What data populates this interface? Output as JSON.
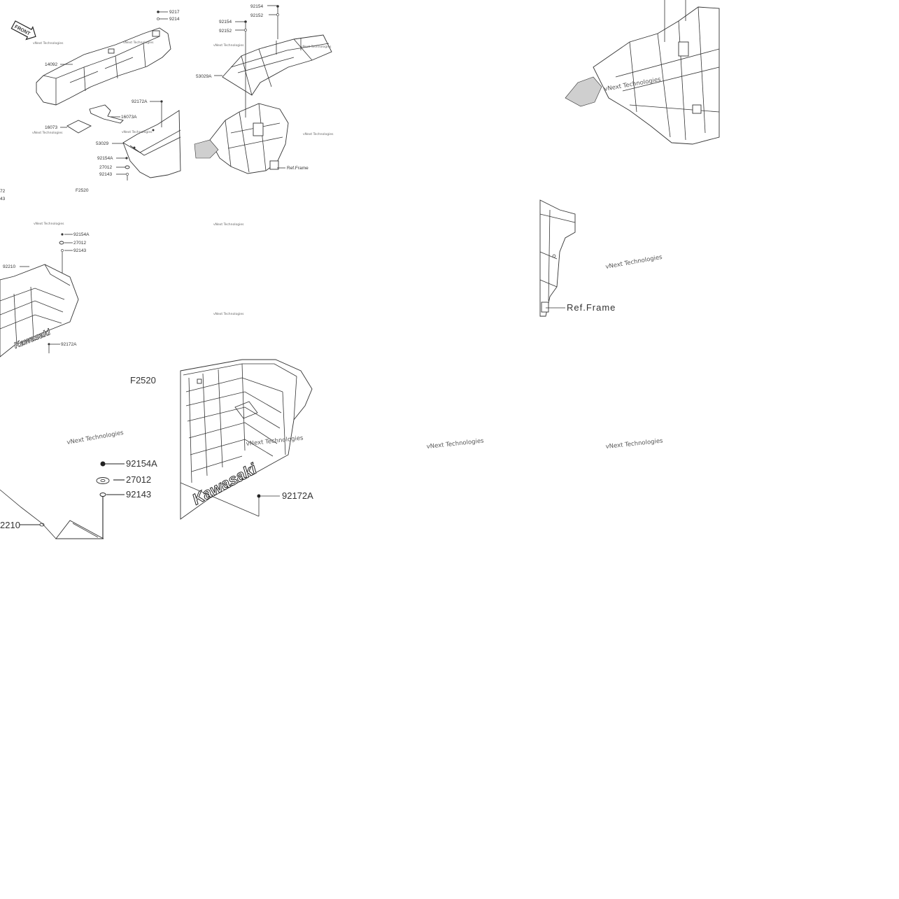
{
  "front_badge": "FRONT",
  "brand_text": "Kawasaki",
  "watermark": "vNext Technologies",
  "figure_code": "F2520",
  "ref_label": "Ref.Frame",
  "callouts": {
    "c92154_top": "92154",
    "c92152_top": "92152",
    "c92154_b": "92154",
    "c92152_b": "92152",
    "c53029A": "53029A",
    "c14092": "14092",
    "c92172A_a": "92172A",
    "c16073A": "16073A",
    "c16073": "16073",
    "c53029": "53029",
    "c92154A_a": "92154A",
    "c27012_a": "27012",
    "c92143_a": "92143",
    "c92217_cut": "9217",
    "c92214_cut": "9214",
    "c72_cut": "72",
    "c43_cut": "43",
    "c92154A_b": "92154A",
    "c27012_b": "27012",
    "c92143_b": "92143",
    "c92210_b": "92210",
    "c92172A_b": "92172A",
    "c92154A_c": "92154A",
    "c27012_c": "27012",
    "c92143_c": "92143",
    "c92210_c": "2210",
    "c92172A_c": "92172A"
  }
}
